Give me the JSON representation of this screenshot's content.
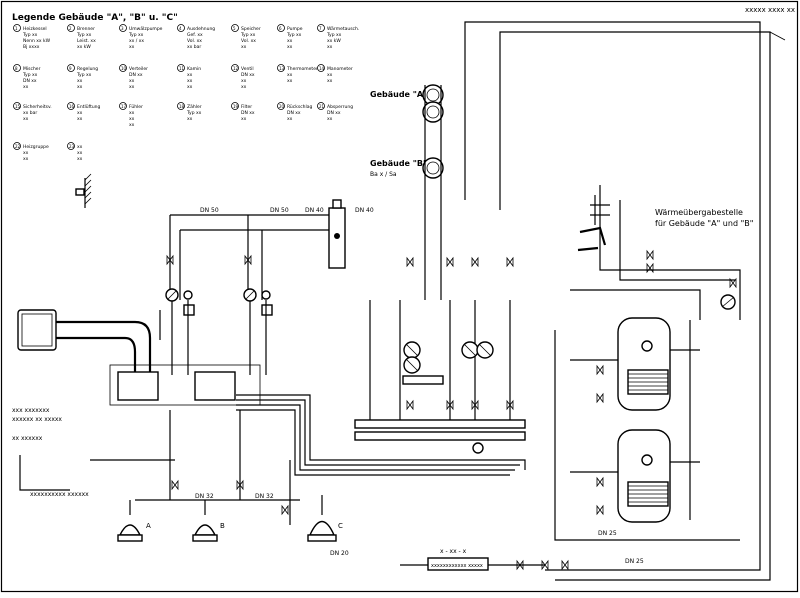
{
  "drawing": {
    "title_block": "xxxxx xxxx xx",
    "legend_title": "Legende Gebäude \"A\", \"B\" u. \"C\"",
    "building_a": "Gebäude \"A\"",
    "building_b": "Gebäude \"B\"",
    "building_b_sub": "Ba x / Sa",
    "heat_meter_title_1": "Wärmeübergabestelle",
    "heat_meter_title_2": "für Gebäude \"A\" und \"B\"",
    "left_note_1": "xxx xxxxxxx",
    "left_note_2": "xxxxxx xx xxxxx",
    "left_note_3": "xx xxxxxx",
    "left_bottom_label": "xxxxxxxxxx xxxxxx",
    "bottom_label": "xxxxxxxxxxxx xxxxx",
    "bottom_small": "x - xx - x"
  },
  "legend_items": [
    {
      "num": "1",
      "lines": [
        "Heizkessel",
        "Typ xx",
        "Nenn xx kW",
        "Bj xxxx"
      ]
    },
    {
      "num": "2",
      "lines": [
        "Brenner",
        "Typ xx",
        "Leist. xx",
        "xx kW"
      ]
    },
    {
      "num": "3",
      "lines": [
        "Umwälzpumpe",
        "Typ xx",
        "xx / xx",
        "xx"
      ]
    },
    {
      "num": "4",
      "lines": [
        "Ausdehnung",
        "Gef. xx",
        "Vol. xx",
        "xx bar"
      ]
    },
    {
      "num": "5",
      "lines": [
        "Speicher",
        "Typ xx",
        "Vol. xx",
        "xx"
      ]
    },
    {
      "num": "6",
      "lines": [
        "Pumpe",
        "Typ xx",
        "xx",
        "xx"
      ]
    },
    {
      "num": "7",
      "lines": [
        "Wärmetausch.",
        "Typ xx",
        "xx kW",
        "xx"
      ]
    },
    {
      "num": "8",
      "lines": [
        "Mischer",
        "Typ xx",
        "DN xx",
        "xx"
      ]
    },
    {
      "num": "9",
      "lines": [
        "Regelung",
        "Typ xx",
        "xx",
        "xx"
      ]
    },
    {
      "num": "10",
      "lines": [
        "Verteiler",
        "DN xx",
        "xx",
        "xx"
      ]
    },
    {
      "num": "11",
      "lines": [
        "Kamin",
        "xx",
        "xx",
        "xx"
      ]
    },
    {
      "num": "12",
      "lines": [
        "Ventil",
        "DN xx",
        "xx",
        "xx"
      ]
    },
    {
      "num": "13",
      "lines": [
        "Thermometer",
        "xx",
        "xx"
      ]
    },
    {
      "num": "14",
      "lines": [
        "Manometer",
        "xx",
        "xx"
      ]
    },
    {
      "num": "15",
      "lines": [
        "Sicherheitsv.",
        "xx bar",
        "xx"
      ]
    },
    {
      "num": "16",
      "lines": [
        "Entlüftung",
        "xx",
        "xx"
      ]
    },
    {
      "num": "17",
      "lines": [
        "Fühler",
        "xx",
        "xx",
        "xx"
      ]
    },
    {
      "num": "18",
      "lines": [
        "Zähler",
        "Typ xx",
        "xx"
      ]
    },
    {
      "num": "19",
      "lines": [
        "Filter",
        "DN xx",
        "xx"
      ]
    },
    {
      "num": "20",
      "lines": [
        "Rückschlag",
        "DN xx",
        "xx"
      ]
    },
    {
      "num": "21",
      "lines": [
        "Absperrung",
        "DN xx",
        "xx"
      ]
    },
    {
      "num": "22",
      "lines": [
        "Heizgruppe",
        "xx",
        "xx"
      ]
    },
    {
      "num": "23",
      "lines": [
        "xx",
        "xx",
        "xx"
      ]
    }
  ],
  "tags": {
    "t_dn1": "DN 50",
    "t_dn2": "DN 50",
    "t_dn3": "DN 40",
    "t_dn4": "DN 40",
    "t_dn5": "DN 32",
    "t_dn6": "DN 32",
    "t_dn7": "DN 25",
    "t_dn8": "DN 25",
    "t_dn9": "DN 20",
    "t_a": "A",
    "t_b": "B",
    "t_c": "C"
  },
  "colors": {
    "line": "#000000",
    "background": "#ffffff"
  }
}
